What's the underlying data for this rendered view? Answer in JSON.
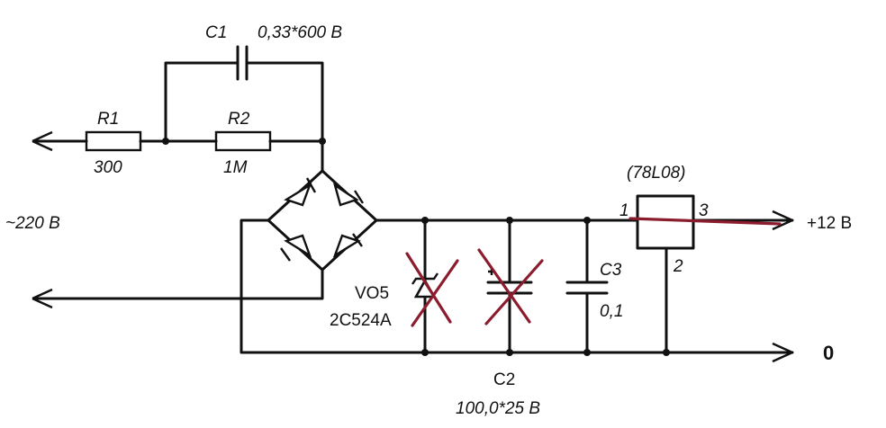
{
  "components": {
    "c1": {
      "ref": "C1",
      "value": "0,33*600 В"
    },
    "r1": {
      "ref": "R1",
      "value": "300"
    },
    "r2": {
      "ref": "R2",
      "value": "1M"
    },
    "vd5": {
      "ref": "VO5",
      "value": "2C524A"
    },
    "c2": {
      "ref": "C2",
      "value": "100,0*25 В"
    },
    "c3": {
      "ref": "C3",
      "value": "0,1"
    },
    "reg": {
      "ref": "(78L08)",
      "pin1": "1",
      "pin2": "2",
      "pin3": "3"
    }
  },
  "terminals": {
    "ac": "~220 В",
    "out_pos": "+12 В",
    "out_gnd": "0"
  },
  "colors": {
    "ink": "#111111",
    "correction": "#8b1c2e"
  }
}
